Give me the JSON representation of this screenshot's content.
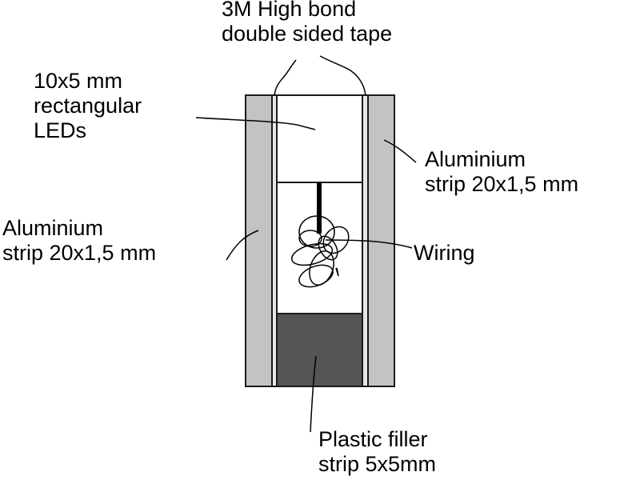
{
  "labels": {
    "tape": [
      "3M High bond",
      "double sided tape"
    ],
    "leds": [
      "10x5 mm",
      "rectangular",
      "LEDs"
    ],
    "aluminium_right": [
      "Aluminium",
      "strip 20x1,5 mm"
    ],
    "aluminium_left": [
      "Aluminium",
      "strip 20x1,5 mm"
    ],
    "wiring": "Wiring",
    "filler": [
      "Plastic filler",
      "strip 5x5mm"
    ]
  },
  "colors": {
    "aluminium": "#c3c3c3",
    "tape": "#e6e6e6",
    "filler": "#555555",
    "outline": "#1a1a1a"
  }
}
